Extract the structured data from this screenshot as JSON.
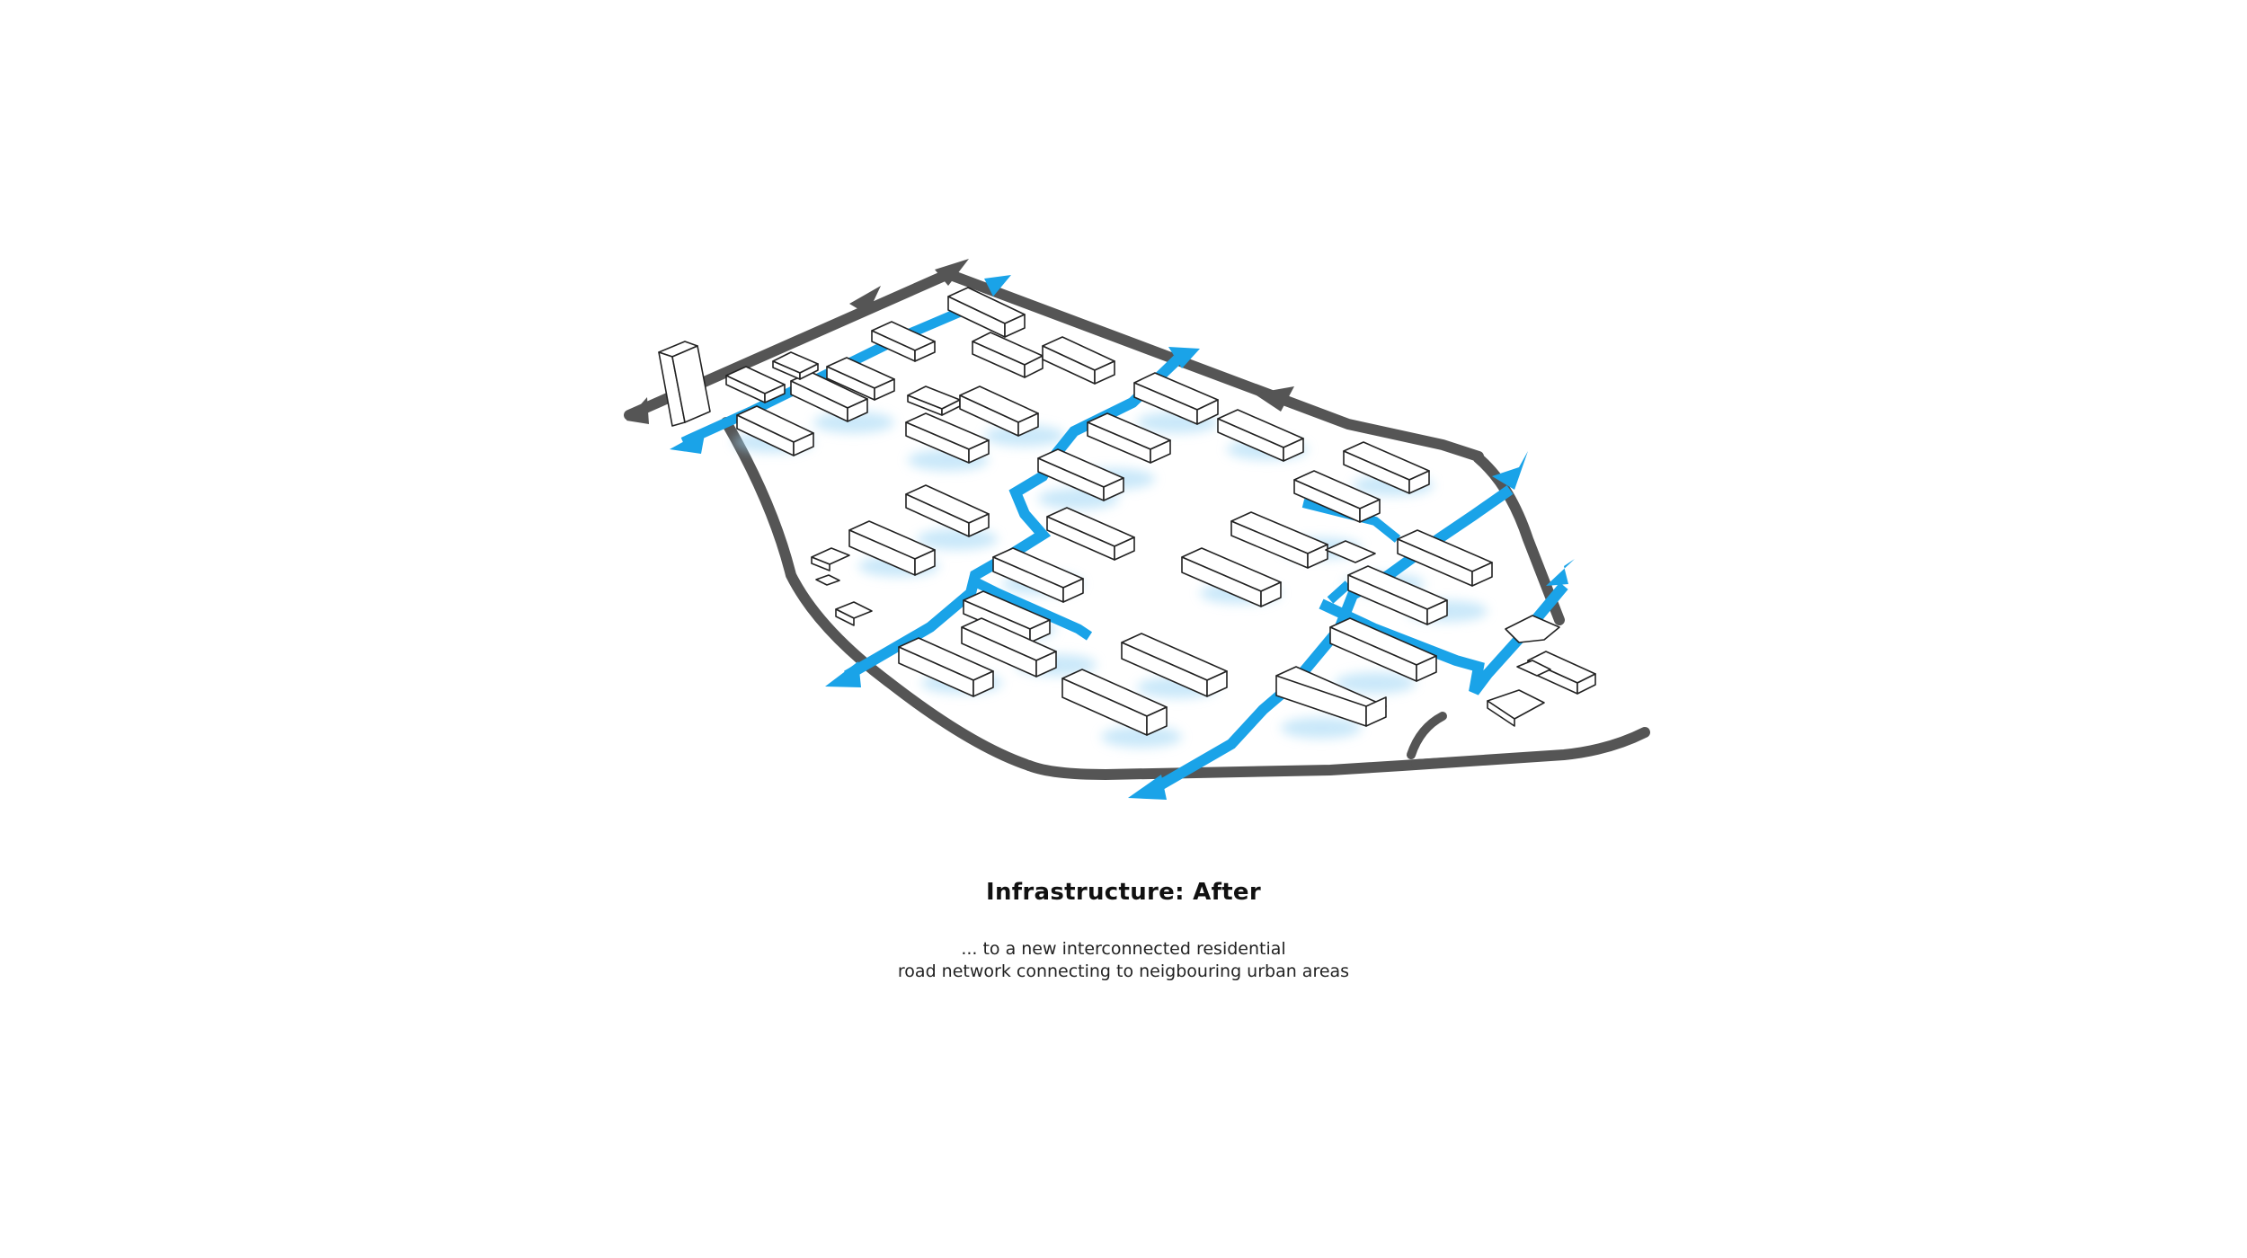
{
  "caption": {
    "title": "Infrastructure: After",
    "line1": "... to a new interconnected residential",
    "line2": "road network connecting to neigbouring urban areas"
  },
  "colors": {
    "new_road": "#1aa3e8",
    "existing_road": "#555555",
    "building_fill": "#ffffff",
    "building_stroke": "#222222",
    "building_shadow": "#9fd6f5"
  }
}
